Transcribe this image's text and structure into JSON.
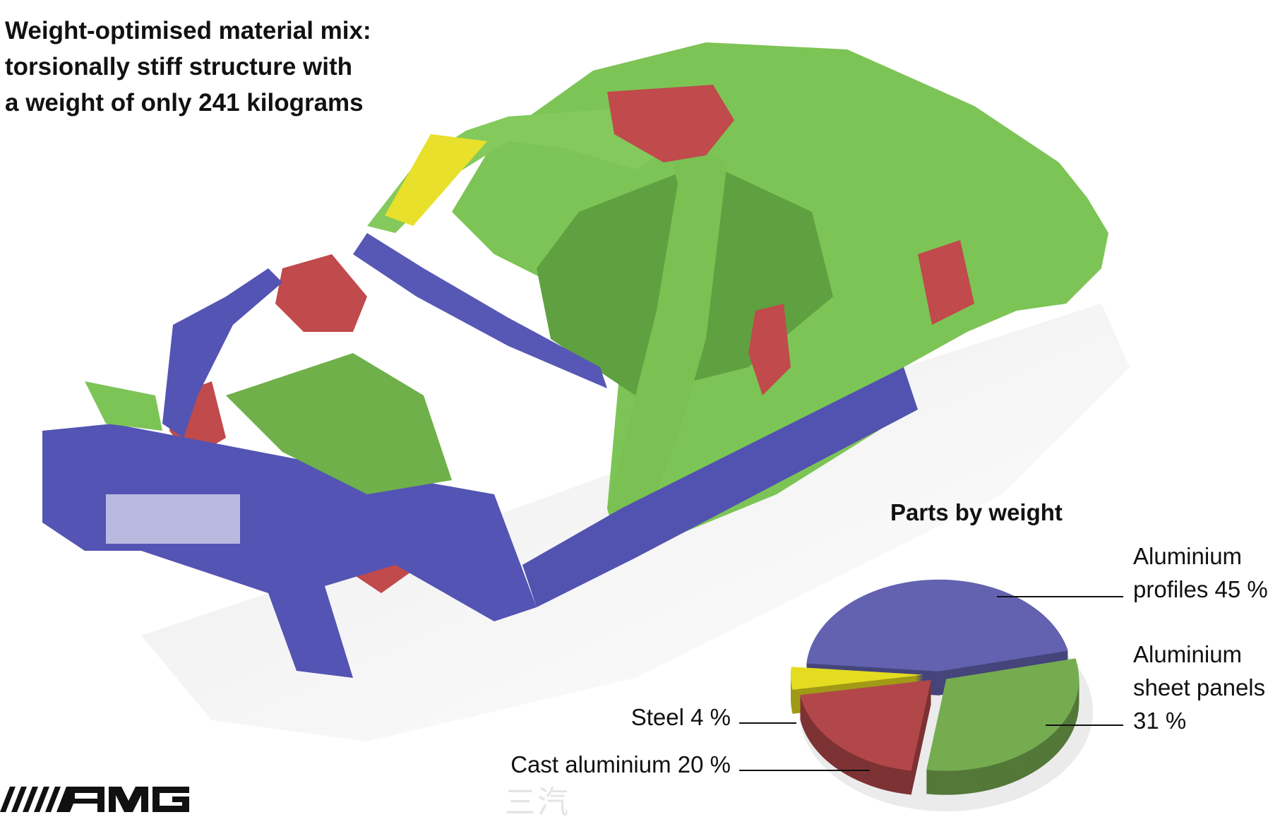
{
  "title": {
    "line1": "Weight-optimised material mix:",
    "line2": "torsionally stiff structure with",
    "line3": "a weight of only 241 kilograms"
  },
  "logo": "AMG",
  "watermark": "三汽",
  "colors": {
    "aluminium_profiles": "#5a5aa8",
    "aluminium_sheet": "#72b84e",
    "cast_aluminium": "#b24448",
    "steel": "#e2dc22"
  },
  "chart_data": {
    "type": "pie",
    "title": "Parts by weight",
    "style": "3d-exploded",
    "slices": [
      {
        "name": "Aluminium profiles",
        "value": 45,
        "label_lines": [
          "Aluminium",
          "profiles 45 %"
        ],
        "color": "#6262b0"
      },
      {
        "name": "Aluminium sheet panels",
        "value": 31,
        "label_lines": [
          "Aluminium",
          "sheet panels",
          "31 %"
        ],
        "color": "#76ac50"
      },
      {
        "name": "Cast aluminium",
        "value": 20,
        "label_lines": [
          "Cast aluminium 20 %"
        ],
        "color": "#b2474a"
      },
      {
        "name": "Steel",
        "value": 4,
        "label_lines": [
          "Steel 4 %"
        ],
        "color": "#e4dc20"
      }
    ],
    "unit": "%"
  }
}
